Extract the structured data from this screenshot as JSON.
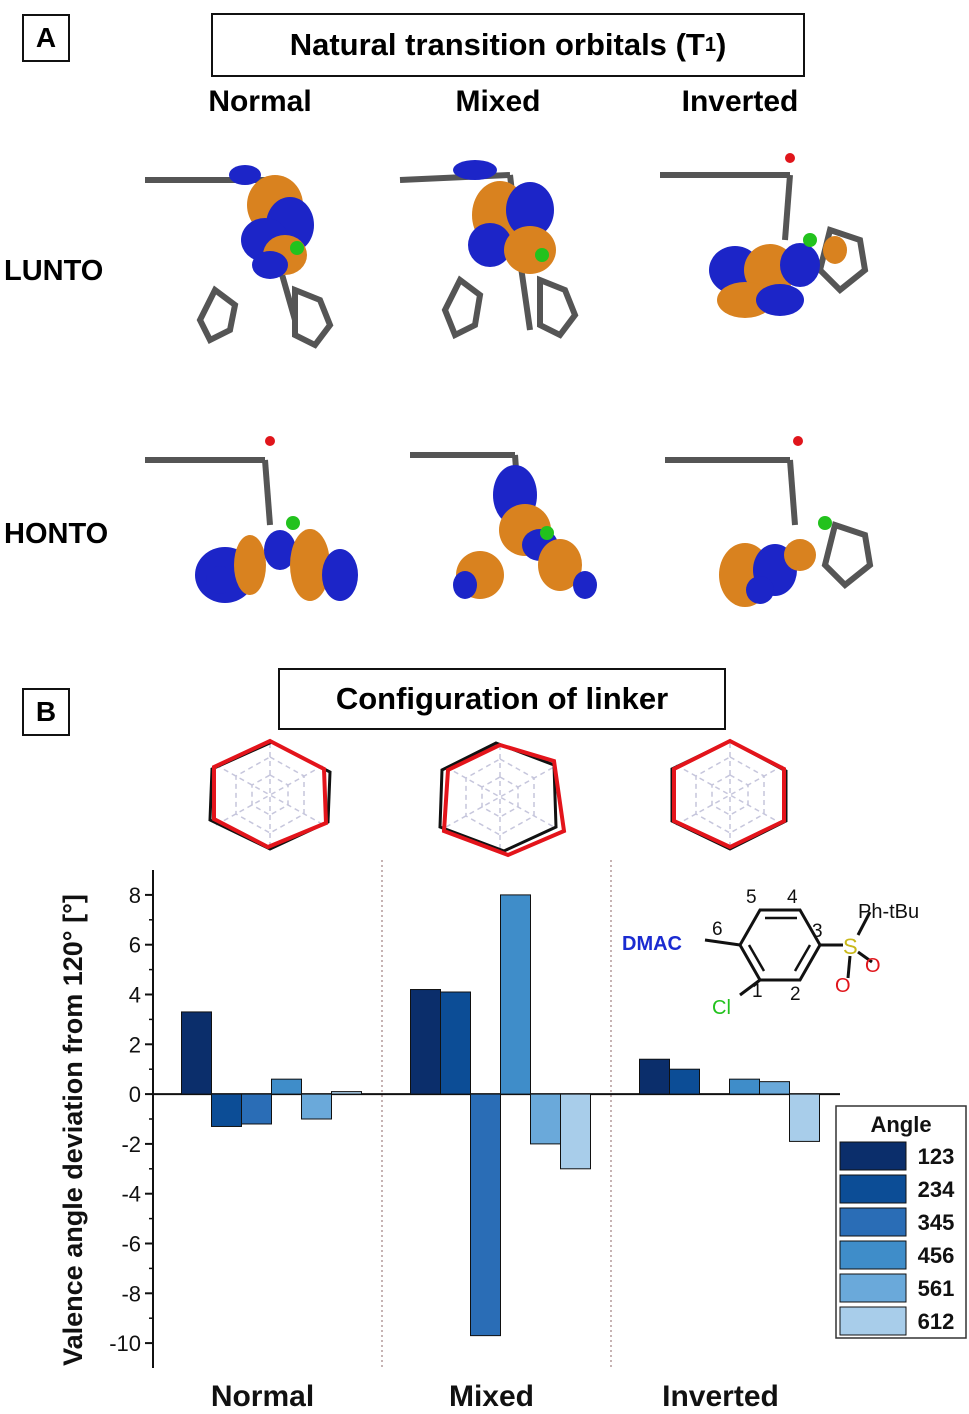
{
  "panel_a": {
    "letter": "A",
    "title": "Natural transition orbitals",
    "title_sub_open": "(T",
    "title_sub": "1",
    "title_sub_close": ")",
    "columns": [
      "Normal",
      "Mixed",
      "Inverted"
    ],
    "rows": [
      "LUNTO",
      "HONTO"
    ]
  },
  "panel_b": {
    "letter": "B",
    "title": "Configuration of linker"
  },
  "structure": {
    "labels": {
      "dmac": "DMAC",
      "cl": "Cl",
      "ph_tbu": "Ph-tBu",
      "s": "S",
      "o1": "O",
      "o2": "O",
      "n1": "1",
      "n2": "2",
      "n3": "3",
      "n4": "4",
      "n5": "5",
      "n6": "6"
    }
  },
  "colors": {
    "orbital_orange": "#d9821f",
    "orbital_blue": "#1c25c8",
    "hexagon_red": "#e3141b",
    "dmac_blue": "#1a2bd1",
    "cl_green": "#22c21d",
    "o_red": "#e0151b",
    "s_yellow": "#c9b81a"
  },
  "chart_data": {
    "type": "bar",
    "categories": [
      "Normal",
      "Mixed",
      "Inverted"
    ],
    "ylabel": "Valence angle deviation from 120° [°]",
    "xlabel": "",
    "ylim": [
      -11,
      9
    ],
    "yticks": [
      8,
      6,
      4,
      2,
      0,
      -2,
      -4,
      -6,
      -8,
      -10
    ],
    "legend_title": "Angle",
    "legend_position": "bottom-right",
    "series": [
      {
        "name": "123",
        "color": "#0b2e6b",
        "values": [
          3.3,
          4.2,
          1.4
        ]
      },
      {
        "name": "234",
        "color": "#0c4d96",
        "values": [
          -1.3,
          4.1,
          1.0
        ]
      },
      {
        "name": "345",
        "color": "#2a6db6",
        "values": [
          -1.2,
          -9.7,
          0.0
        ]
      },
      {
        "name": "456",
        "color": "#3f8dc9",
        "values": [
          0.6,
          8.0,
          0.6
        ]
      },
      {
        "name": "561",
        "color": "#6aa9da",
        "values": [
          -1.0,
          -2.0,
          0.5
        ]
      },
      {
        "name": "612",
        "color": "#a8cdea",
        "values": [
          0.1,
          -3.0,
          -1.9
        ]
      }
    ]
  }
}
